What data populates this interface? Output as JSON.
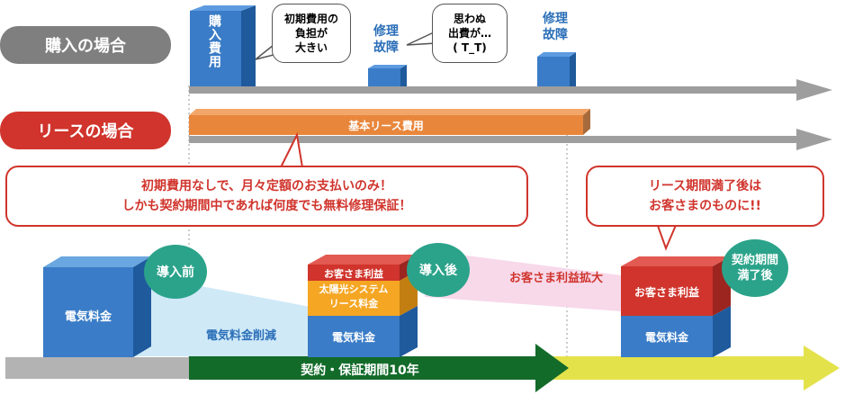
{
  "purchase": {
    "label": "購入の場合",
    "bar_label": "購入費用",
    "bubble1": [
      "初期費用の",
      "負担が",
      "大きい"
    ],
    "repair1": [
      "修理",
      "故障"
    ],
    "bubble2": [
      "思わぬ",
      "出費が…",
      "( T_T)"
    ],
    "repair2": [
      "修理",
      "故障"
    ]
  },
  "lease": {
    "label": "リースの場合",
    "bar_label": "基本リース費用",
    "bubble_main": [
      "初期費用なしで、月々定額のお支払いのみ！",
      "しかも契約期間中であれば何度でも無料修理保証！"
    ],
    "bubble_end": [
      "リース期間満了後は",
      "お客さまのものに!!"
    ]
  },
  "bottom": {
    "before_circle": "導入前",
    "after_circle": "導入後",
    "end_circle": [
      "契約期間",
      "満了後"
    ],
    "electricity": "電気料金",
    "electricity_after": "電気料金",
    "electricity_end": "電気料金",
    "benefit": "お客さま利益",
    "benefit_end": "お客さま利益",
    "solar_fee": [
      "太陽光システム",
      "リース料金"
    ],
    "reduction": "電気料金削減",
    "benefit_growth": "お客さま利益拡大",
    "contract_label": "契約・保証期間10年"
  },
  "colors": {
    "gray_pill": "#7f7f7f",
    "red_pill": "#d0342c",
    "bar_blue": "#3a7cc7",
    "lease_orange": "#e8873c",
    "teal_circle": "#2aa38a",
    "green_arrow": "#136b2a",
    "yellow_arrow": "#e4e24a"
  }
}
